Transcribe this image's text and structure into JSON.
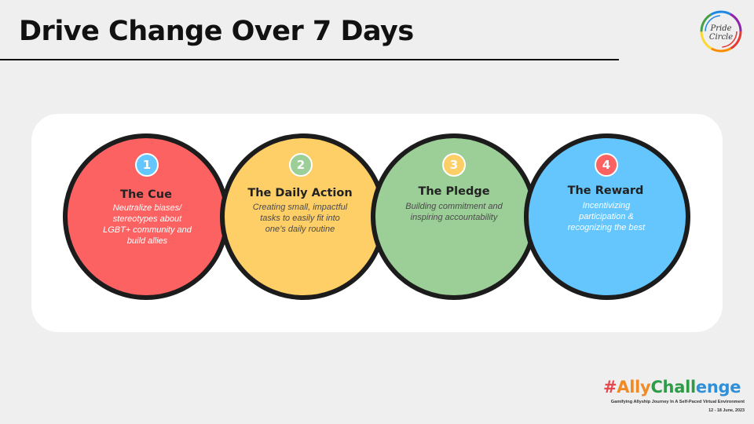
{
  "slide": {
    "title": "Drive Change Over 7 Days"
  },
  "logo": {
    "text": "Pride Circle"
  },
  "steps": [
    {
      "number": "1",
      "title": "The Cue",
      "description": "Neutralize biases/ stereotypes about LGBT+ community and build allies",
      "color": "#fd6262",
      "badge_color": "#64c6fd"
    },
    {
      "number": "2",
      "title": "The Daily Action",
      "description": "Creating small, impactful tasks to easily fit into one’s daily routine",
      "color": "#fece67",
      "badge_color": "#9ccf98"
    },
    {
      "number": "3",
      "title": "The Pledge",
      "description": "Building commitment and inspiring accountability",
      "color": "#9ccf98",
      "badge_color": "#fece67"
    },
    {
      "number": "4",
      "title": "The Reward",
      "description": "Incentivizing participation & recognizing the best",
      "color": "#64c6fd",
      "badge_color": "#fd6262"
    }
  ],
  "footer": {
    "hashtag_parts": [
      "#",
      "Ally",
      "Chall",
      "enge"
    ],
    "hashtag_colors": [
      "#e5484d",
      "#f08a24",
      "#2e9b47",
      "#2f8fd8"
    ],
    "tagline": "Gamifying Allyship Journey In A Self-Paced Virtual Environment",
    "dates": "12 - 18 June, 2023"
  }
}
